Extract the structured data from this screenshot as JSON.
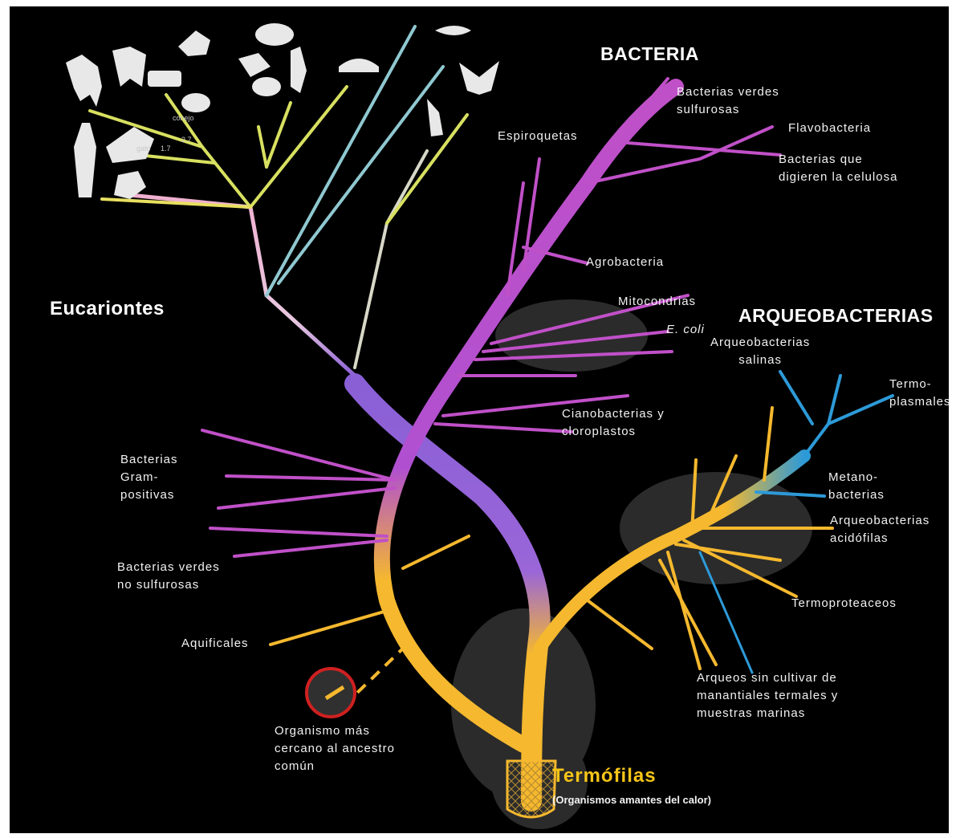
{
  "colors": {
    "background": "#000000",
    "bacteria": "#c050c8",
    "archaea": "#2d9ad8",
    "thermophiles": "#f5b82e",
    "eukaryotes": "#d8e060",
    "trunk": "#8f60d8",
    "ancestor_ring": "#d02020"
  },
  "groups": {
    "eukaryotes": "Eucariontes",
    "bacteria": "BACTERIA",
    "archaea": "ARQUEOBACTERIAS"
  },
  "bacteria_labels": {
    "green_sulfur": "Bacterias verdes\nsulfurosas",
    "flavobacteria": "Flavobacteria",
    "cellulose": "Bacterias que\ndigieren la celulosa",
    "spirochetes": "Espiroquetas",
    "agrobacteria": "Agrobacteria",
    "mitochondria": "Mitocondrias",
    "ecoli": "E. coli",
    "cyanobacteria": "Cianobacterias y\ncloroplastos",
    "gram_positive": "Bacterias\nGram-\npositivas",
    "green_nonsulfur": "Bacterias verdes\nno sulfurosas",
    "aquificales": "Aquificales"
  },
  "archaea_labels": {
    "halophiles": "Arqueobacterias\nsalinas",
    "thermoplasmales": "Termo-\nplasmales",
    "methanogens": "Metano-\nbacterias",
    "acidophiles": "Arqueobacterias\nacidófilas",
    "thermoproteales": "Termoproteaceos",
    "uncultured": "Arqueos sin cultivar de\nmanantiales termales y\nmuestras marinas"
  },
  "ancestor": {
    "label": "Organismo más\ncercano al ancestro\ncomún"
  },
  "thermophiles": {
    "title": "Termófilas",
    "subtitle": "(Organismos amantes del calor)"
  },
  "euk_small": {
    "conejo": "conejo",
    "gato": "gato",
    "n17": "1.7",
    "n27": "2.7"
  }
}
